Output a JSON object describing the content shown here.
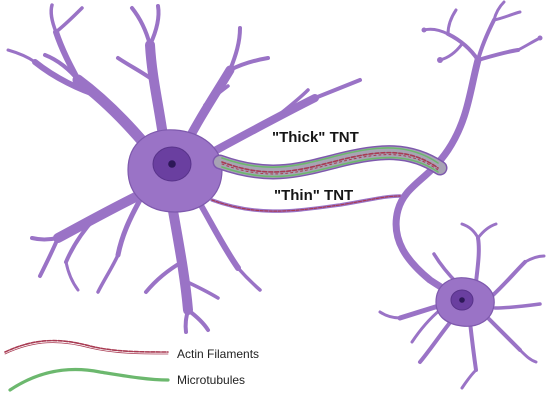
{
  "labels": {
    "thick_tnt": "\"Thick\" TNT",
    "thin_tnt": "\"Thin\" TNT"
  },
  "legend": {
    "items": [
      {
        "label": "Actin Filaments",
        "swatch_color": "#a83a52",
        "icon": "wavy-red-line"
      },
      {
        "label": "Microtubules",
        "swatch_color": "#6cb86e",
        "icon": "wavy-green-line"
      }
    ]
  },
  "colors": {
    "cell_fill": "#9a73c6",
    "cell_outline": "#7e59ad",
    "nucleus": "#6a3fa0",
    "nucleolus": "#2d1858",
    "tnt_tube": "#a7a3b4",
    "actin": "#a83a52",
    "microtubule": "#6cb86e"
  }
}
